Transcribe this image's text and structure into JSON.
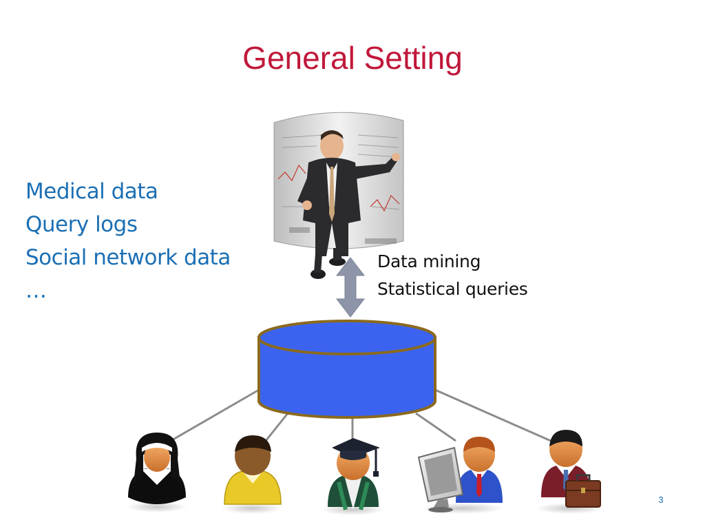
{
  "slide": {
    "title": "General Setting",
    "data_sources": [
      "Medical data",
      "Query logs",
      "Social network data",
      "…"
    ],
    "operations": [
      "Data mining",
      "Statistical queries"
    ],
    "page_number": "3"
  },
  "colors": {
    "title": "#c0183a",
    "bullet_text": "#1b6fb4",
    "database_fill": "#3b63f0",
    "database_border": "#8b6a1e",
    "arrow": "#8e95a8",
    "connector_line": "#8c8c8c"
  },
  "diagram": {
    "analyst": "businessman-presenting-icon",
    "database": "database-cylinder-icon",
    "arrow": "double-arrow-icon",
    "people": [
      "nun-person-icon",
      "person-yellow-shirt-icon",
      "graduate-person-icon",
      "computer-user-icon",
      "businessman-briefcase-icon"
    ]
  }
}
